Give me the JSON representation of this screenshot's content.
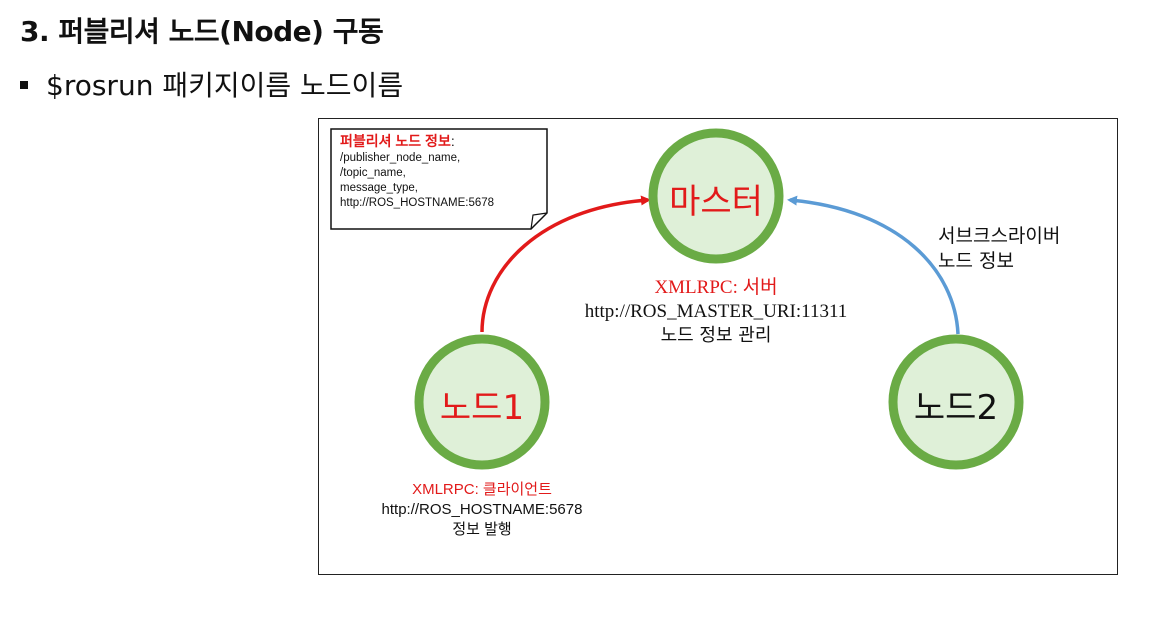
{
  "slide": {
    "title": "3. 퍼블리셔 노드(Node) 구동",
    "bullet": "$rosrun 패키지이름 노드이름"
  },
  "note": {
    "title": "퍼블리셔 노드 정보",
    "colon": ":",
    "lines": [
      "/publisher_node_name,",
      "/topic_name,",
      "message_type,",
      "http://ROS_HOSTNAME:5678"
    ]
  },
  "master": {
    "label": "마스터",
    "role": "XMLRPC: 서버",
    "uri": "http://ROS_MASTER_URI:11311",
    "desc": "노드 정보 관리"
  },
  "node1": {
    "label": "노드1",
    "role": "XMLRPC: 클라이언트",
    "uri": "http://ROS_HOSTNAME:5678",
    "desc": "정보 발행"
  },
  "node2": {
    "label": "노드2"
  },
  "subscriber_note": {
    "line1": "서브크스라이버",
    "line2": "노드 정보"
  },
  "colors": {
    "node_fill": "#dff0d8",
    "node_ring": "#6aab45",
    "publish_arrow": "#e21a1a",
    "subscribe_arrow": "#5b9bd5",
    "highlight_text": "#e21a1a"
  }
}
